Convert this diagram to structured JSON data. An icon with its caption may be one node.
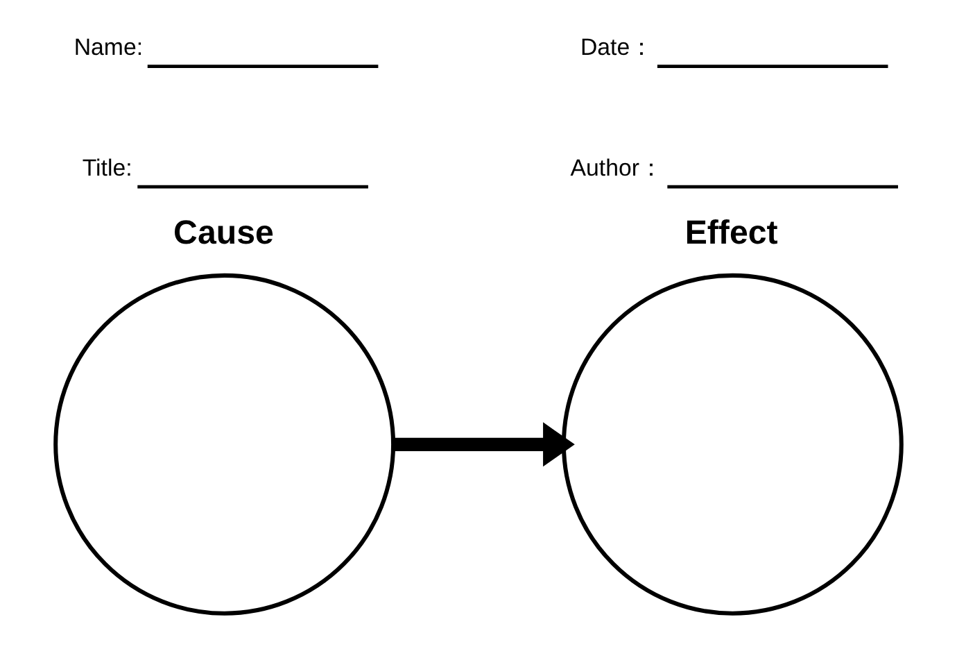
{
  "diagram": {
    "nodes": [
      {
        "text": [
          "Cause"
        ]
      },
      {
        "text": [
          "Effect"
        ]
      }
    ],
    "edges": [
      {
        "from": 0,
        "to": 1,
        "arrow": "to"
      }
    ],
    "labels": [
      "Name:",
      "Date：",
      "Title:",
      "Author："
    ]
  }
}
